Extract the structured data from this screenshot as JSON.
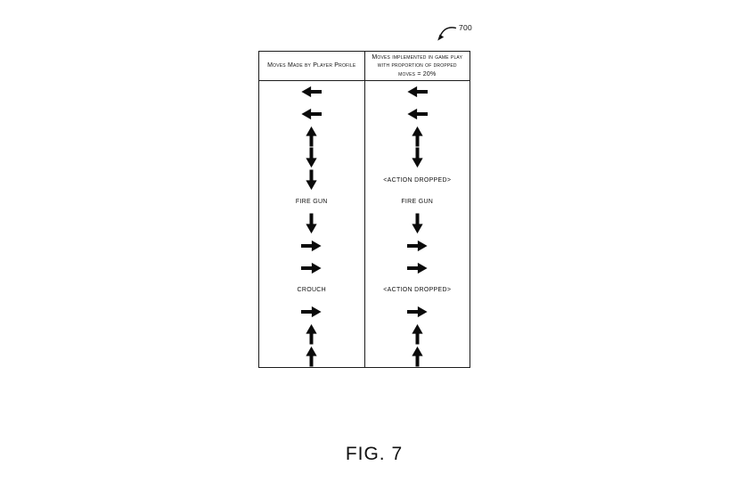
{
  "figure": {
    "ref_label": "700",
    "caption": "FIG. 7"
  },
  "table": {
    "columns": [
      {
        "header": "Moves Made by Player Profile"
      },
      {
        "header_lines": [
          "Moves implemented in game play",
          "with proportion of dropped",
          "moves = 20%"
        ]
      }
    ],
    "rows": [
      {
        "left": {
          "type": "arrow",
          "dir": "left"
        },
        "right": {
          "type": "arrow",
          "dir": "left"
        }
      },
      {
        "left": {
          "type": "arrow",
          "dir": "left"
        },
        "right": {
          "type": "arrow",
          "dir": "left"
        }
      },
      {
        "left": {
          "type": "arrow",
          "dir": "up"
        },
        "right": {
          "type": "arrow",
          "dir": "up"
        }
      },
      {
        "left": {
          "type": "arrow",
          "dir": "down"
        },
        "right": {
          "type": "arrow",
          "dir": "down"
        }
      },
      {
        "left": {
          "type": "arrow",
          "dir": "down"
        },
        "right": {
          "type": "text",
          "value": "<ACTION DROPPED>"
        }
      },
      {
        "left": {
          "type": "text",
          "value": "FIRE GUN"
        },
        "right": {
          "type": "text",
          "value": "FIRE GUN"
        }
      },
      {
        "left": {
          "type": "arrow",
          "dir": "down"
        },
        "right": {
          "type": "arrow",
          "dir": "down"
        }
      },
      {
        "left": {
          "type": "arrow",
          "dir": "right"
        },
        "right": {
          "type": "arrow",
          "dir": "right"
        }
      },
      {
        "left": {
          "type": "arrow",
          "dir": "right"
        },
        "right": {
          "type": "arrow",
          "dir": "right"
        }
      },
      {
        "left": {
          "type": "text",
          "value": "CROUCH"
        },
        "right": {
          "type": "text",
          "value": "<ACTION DROPPED>"
        }
      },
      {
        "left": {
          "type": "arrow",
          "dir": "right"
        },
        "right": {
          "type": "arrow",
          "dir": "right"
        }
      },
      {
        "left": {
          "type": "arrow",
          "dir": "up"
        },
        "right": {
          "type": "arrow",
          "dir": "up"
        }
      },
      {
        "left": {
          "type": "arrow",
          "dir": "up"
        },
        "right": {
          "type": "arrow",
          "dir": "up"
        }
      }
    ]
  },
  "colors": {
    "ink": "#111111",
    "background": "#ffffff"
  }
}
